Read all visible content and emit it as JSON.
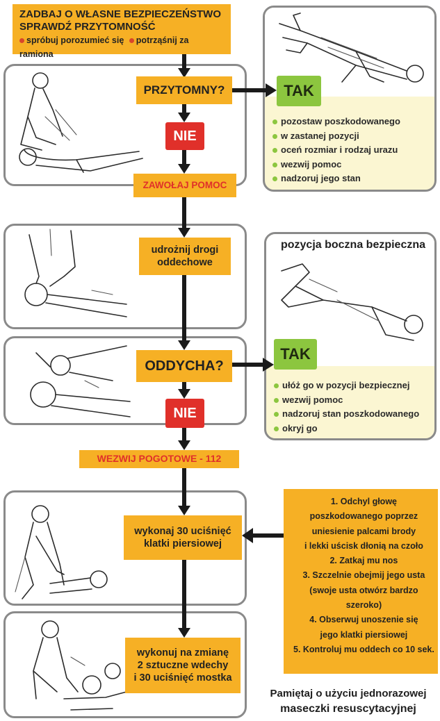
{
  "colors": {
    "orange": "#f6b025",
    "red": "#e0302a",
    "green": "#8cc63f",
    "cream": "#fbf6d2",
    "border": "#8a8a8a"
  },
  "start": {
    "line1": "ZADBAJ O WŁASNE BEZPIECZEŃSTWO",
    "line2": "SPRAWDŹ PRZYTOMNOŚĆ",
    "option1": "spróbuj porozumieć się",
    "option2": "potrząśnij za ramiona"
  },
  "q_conscious": "PRZYTOMNY?",
  "yes_label_1": "TAK",
  "conscious_yes_items": [
    "pozostaw poszkodowanego",
    "w zastanej pozycji",
    "oceń rozmiar i rodzaj urazu",
    "wezwij pomoc",
    "nadzoruj jego stan"
  ],
  "no_label_1": "NIE",
  "call_help": "ZAWOŁAJ POMOC",
  "open_airway": {
    "line1": "udrożnij drogi",
    "line2": "oddechowe"
  },
  "recovery_title": "pozycja boczna bezpieczna",
  "q_breathing": "ODDYCHA?",
  "yes_label_2": "TAK",
  "breathing_yes_items": [
    "ułóż go w pozycji bezpiecznej",
    "wezwij pomoc",
    "nadzoruj stan poszkodowanego",
    "okryj go"
  ],
  "no_label_2": "NIE",
  "call_ambulance": "WEZWIJ POGOTOWE - 112",
  "compressions": {
    "line1": "wykonaj 30 uciśnięć",
    "line2": "klatki piersiowej"
  },
  "alternate": {
    "line1": "wykonuj na zmianę",
    "line2": "2 sztuczne wdechy",
    "line3": "i 30 uciśnięć mostka"
  },
  "instructions": [
    "1. Odchyl głowę",
    "poszkodowanego poprzez",
    "uniesienie palcami brody",
    "i lekki uścisk dłonią na czoło",
    "2. Zatkaj mu nos",
    "3. Szczelnie obejmij jego usta",
    "(swoje usta otwórz bardzo",
    "szeroko)",
    "4. Obserwuj unoszenie się",
    "jego klatki piersiowej",
    "5. Kontroluj mu oddech co 10 sek."
  ],
  "reminder": {
    "line1": "Pamiętaj o użyciu jednorazowej",
    "line2": "maseczki resuscytacyjnej"
  },
  "icons": [
    "person-kneeling-illustration",
    "person-lying-illustration",
    "head-tilt-illustration",
    "recovery-position-illustration",
    "breathing-check-illustration",
    "cpr-compression-illustration",
    "rescue-breath-illustration"
  ]
}
